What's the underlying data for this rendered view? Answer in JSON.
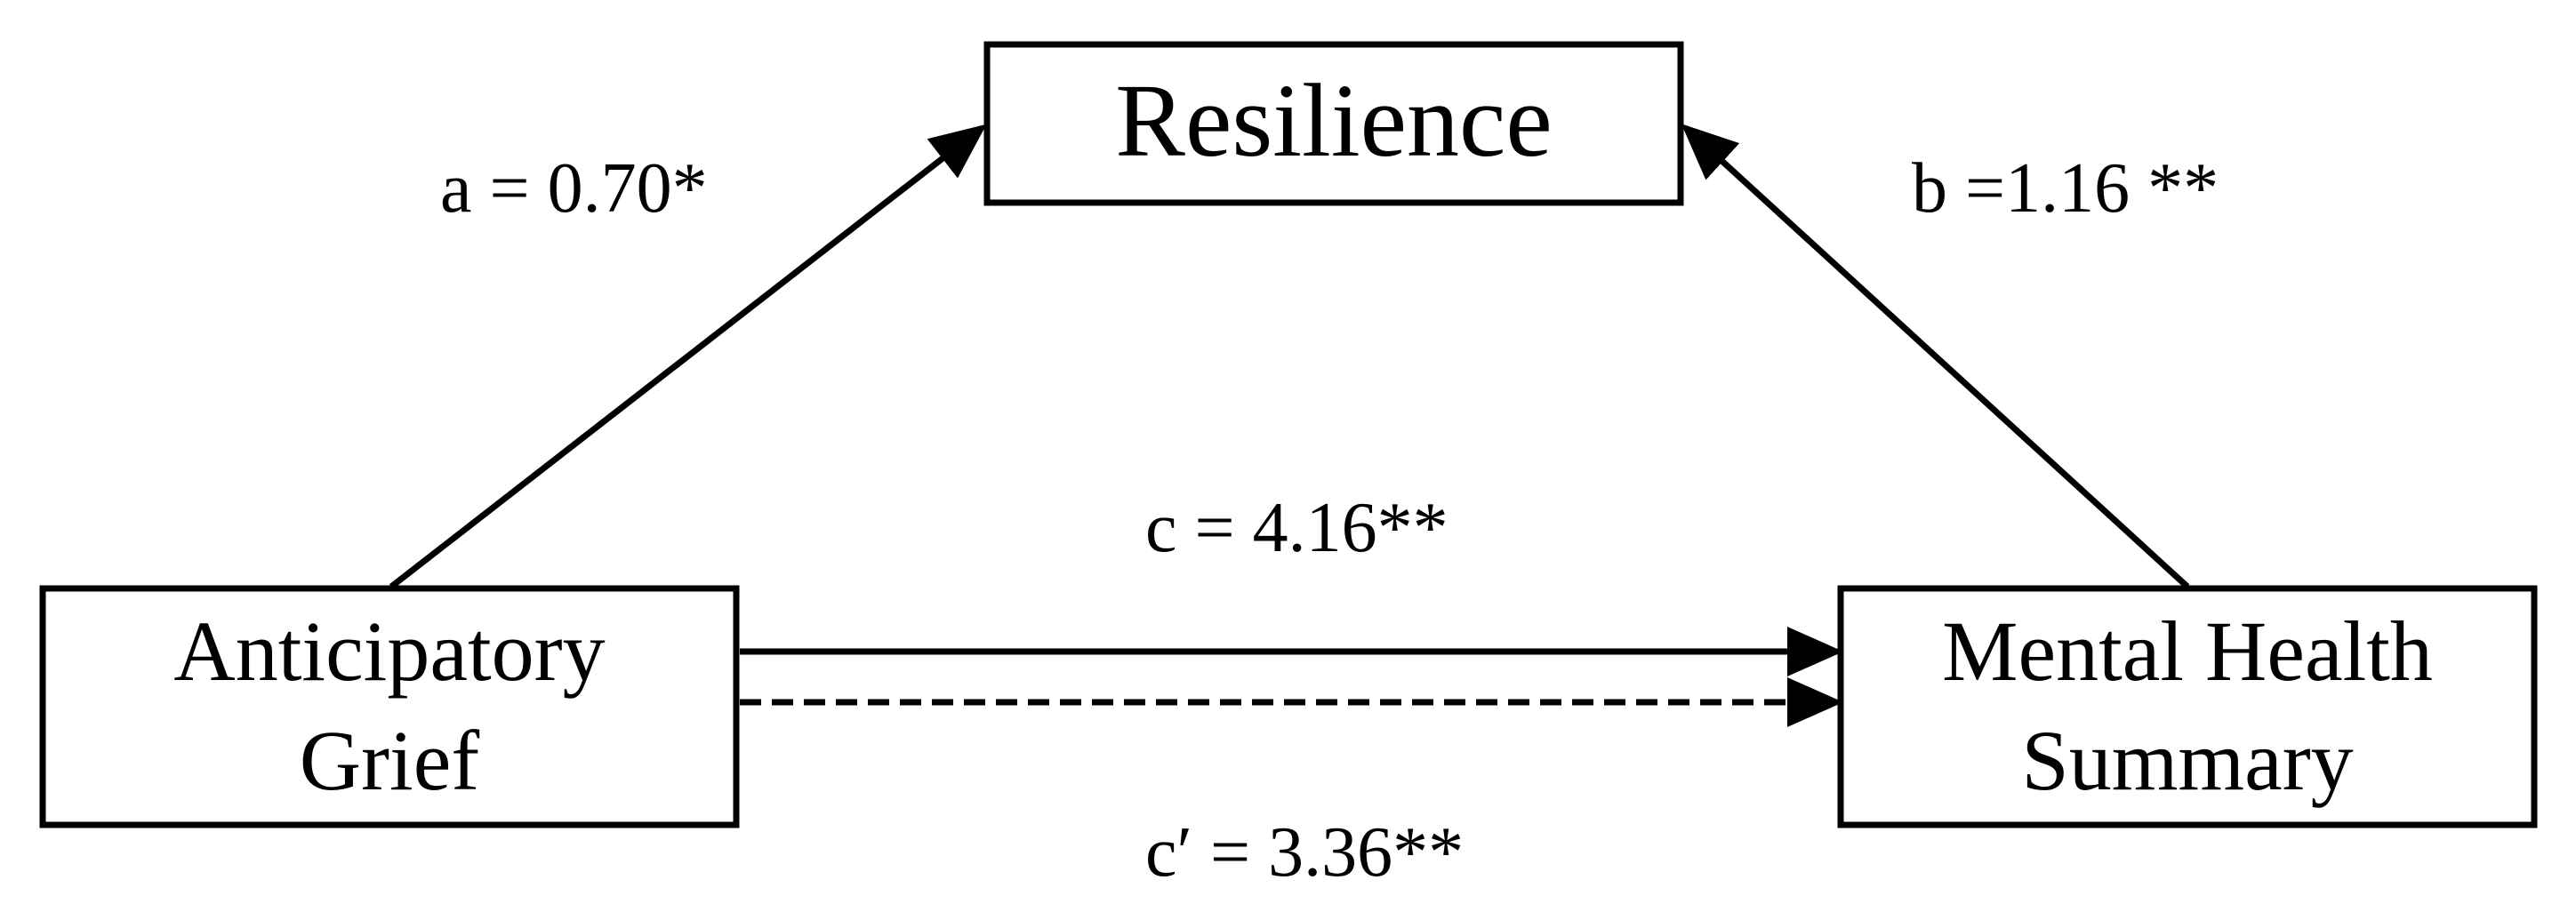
{
  "nodes": {
    "mediator": {
      "label": "Resilience"
    },
    "predictor": {
      "lines": [
        "Anticipatory",
        "Grief"
      ]
    },
    "outcome": {
      "lines": [
        "Mental Health",
        "Summary"
      ]
    }
  },
  "paths": {
    "a": {
      "label": "a = 0.70*"
    },
    "b": {
      "label": "b =1.16 **"
    },
    "c": {
      "label": "c = 4.16**",
      "style": "solid"
    },
    "c_prime": {
      "label": "c′ = 3.36**",
      "style": "dashed"
    }
  },
  "colors": {
    "stroke": "#000000",
    "background": "#ffffff"
  }
}
